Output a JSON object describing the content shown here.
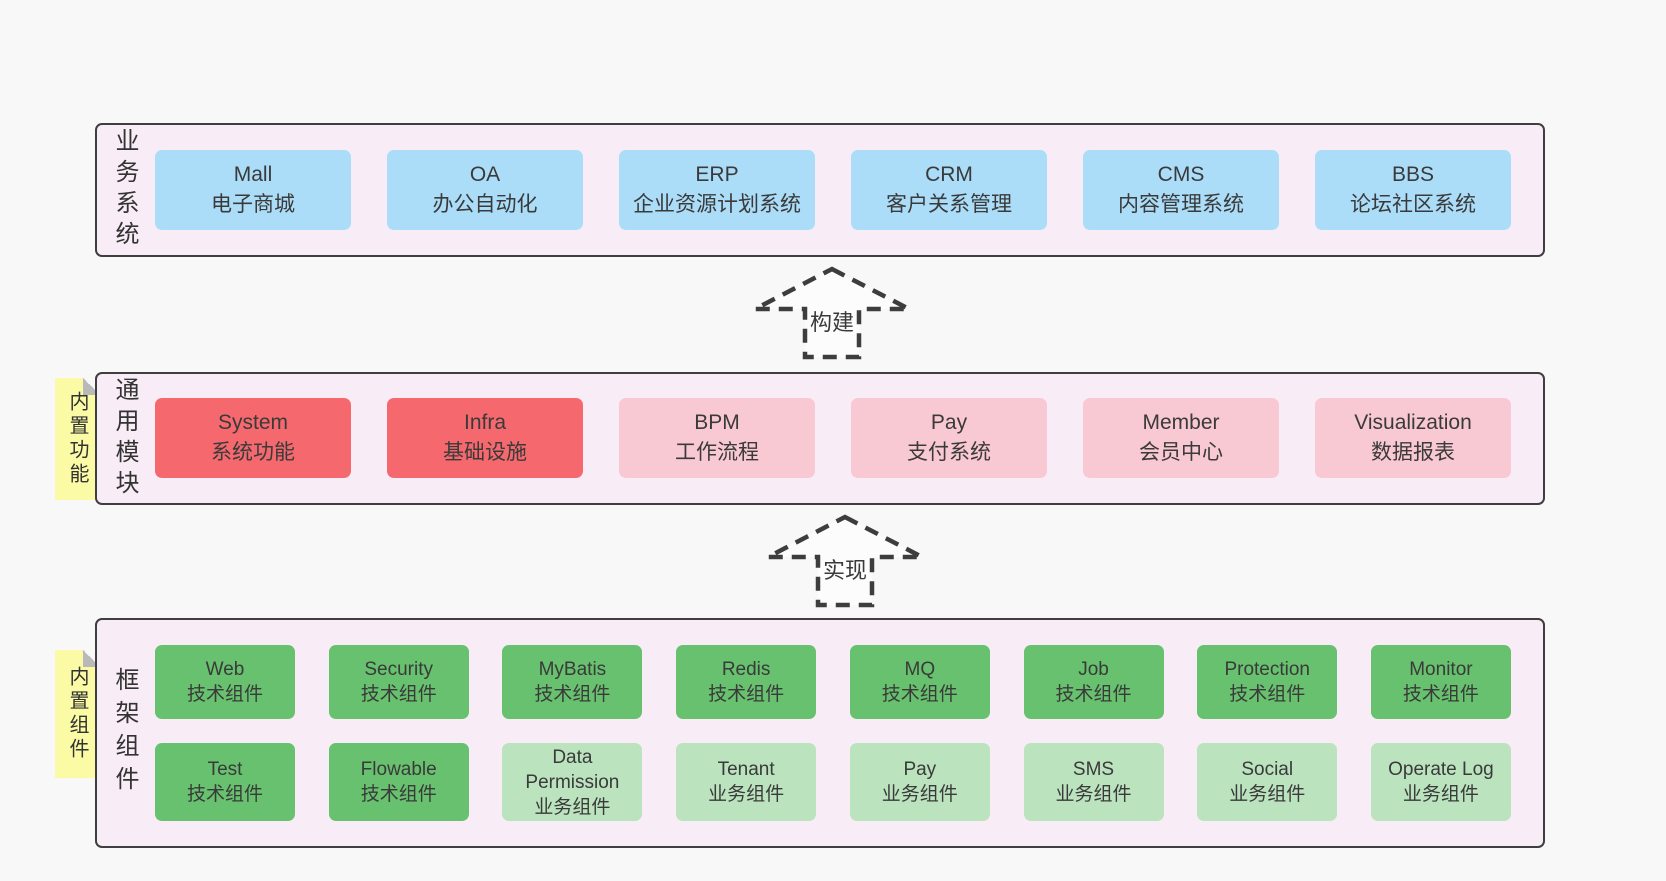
{
  "colors": {
    "page-bg": "#f8f8f8",
    "panel-bg": "#f8edf6",
    "panel-border": "#3f3f3f",
    "box-blue": "#abddf8",
    "box-red": "#f5696e",
    "box-pink": "#f9c9d3",
    "box-green": "#67c16e",
    "box-lightgreen": "#bae3be",
    "note-yellow": "#fbfba6",
    "fold-gray": "#b9b9b9",
    "text": "#3a3a3a"
  },
  "business": {
    "label": "业务系统",
    "items": [
      {
        "title": "Mall",
        "subtitle": "电子商城",
        "variant": "blue"
      },
      {
        "title": "OA",
        "subtitle": "办公自动化",
        "variant": "blue"
      },
      {
        "title": "ERP",
        "subtitle": "企业资源计划系统",
        "variant": "blue"
      },
      {
        "title": "CRM",
        "subtitle": "客户关系管理",
        "variant": "blue"
      },
      {
        "title": "CMS",
        "subtitle": "内容管理系统",
        "variant": "blue"
      },
      {
        "title": "BBS",
        "subtitle": "论坛社区系统",
        "variant": "blue"
      }
    ]
  },
  "arrows": {
    "build": "构建",
    "implement": "实现"
  },
  "modules": {
    "label": "通用模块",
    "note": "内置功能",
    "items": [
      {
        "title": "System",
        "subtitle": "系统功能",
        "variant": "red"
      },
      {
        "title": "Infra",
        "subtitle": "基础设施",
        "variant": "red"
      },
      {
        "title": "BPM",
        "subtitle": "工作流程",
        "variant": "pink"
      },
      {
        "title": "Pay",
        "subtitle": "支付系统",
        "variant": "pink"
      },
      {
        "title": "Member",
        "subtitle": "会员中心",
        "variant": "pink"
      },
      {
        "title": "Visualization",
        "subtitle": "数据报表",
        "variant": "pink"
      }
    ]
  },
  "framework": {
    "label": "框架组件",
    "note": "内置组件",
    "row1": [
      {
        "title": "Web",
        "subtitle": "技术组件",
        "variant": "green"
      },
      {
        "title": "Security",
        "subtitle": "技术组件",
        "variant": "green"
      },
      {
        "title": "MyBatis",
        "subtitle": "技术组件",
        "variant": "green"
      },
      {
        "title": "Redis",
        "subtitle": "技术组件",
        "variant": "green"
      },
      {
        "title": "MQ",
        "subtitle": "技术组件",
        "variant": "green"
      },
      {
        "title": "Job",
        "subtitle": "技术组件",
        "variant": "green"
      },
      {
        "title": "Protection",
        "subtitle": "技术组件",
        "variant": "green"
      },
      {
        "title": "Monitor",
        "subtitle": "技术组件",
        "variant": "green"
      }
    ],
    "row2": [
      {
        "title": "Test",
        "subtitle": "技术组件",
        "variant": "green"
      },
      {
        "title": "Flowable",
        "subtitle": "技术组件",
        "variant": "green"
      },
      {
        "title": "Data Permission",
        "subtitle": "业务组件",
        "variant": "lightgreen"
      },
      {
        "title": "Tenant",
        "subtitle": "业务组件",
        "variant": "lightgreen"
      },
      {
        "title": "Pay",
        "subtitle": "业务组件",
        "variant": "lightgreen"
      },
      {
        "title": "SMS",
        "subtitle": "业务组件",
        "variant": "lightgreen"
      },
      {
        "title": "Social",
        "subtitle": "业务组件",
        "variant": "lightgreen"
      },
      {
        "title": "Operate Log",
        "subtitle": "业务组件",
        "variant": "lightgreen"
      }
    ]
  }
}
